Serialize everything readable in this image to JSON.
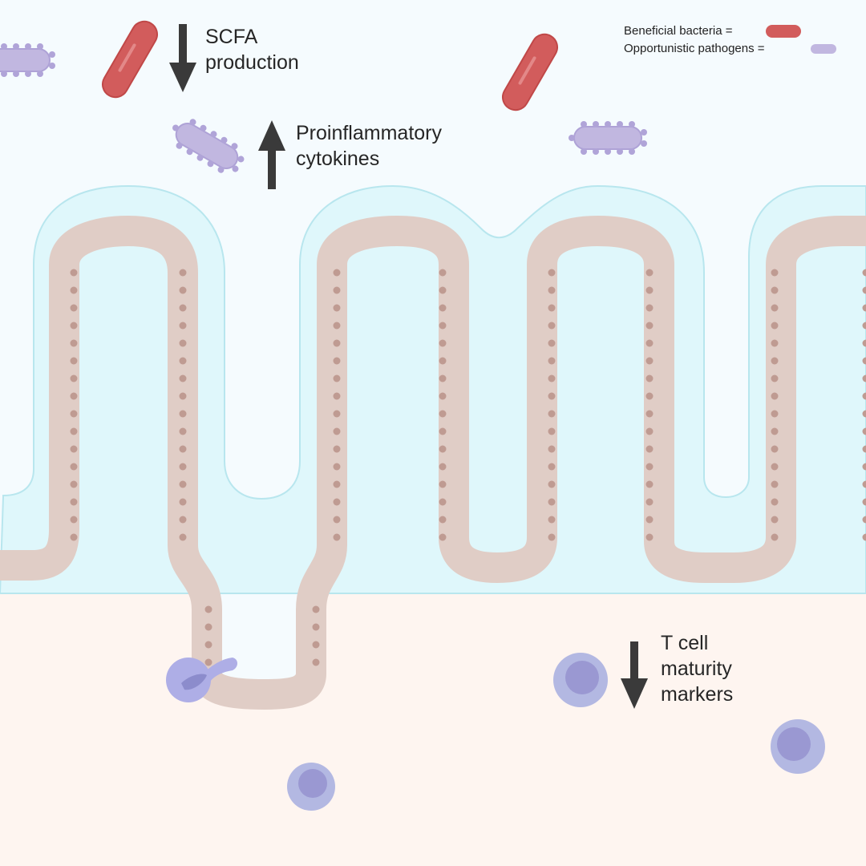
{
  "legend": {
    "beneficial_label": "Beneficial bacteria =",
    "pathogen_label": "Opportunistic pathogens ="
  },
  "annotations": {
    "scfa": {
      "text": "SCFA\nproduction",
      "direction": "down"
    },
    "cytokines": {
      "text": "Proinflammatory\ncytokines",
      "direction": "up"
    },
    "tcell": {
      "text": "T cell\nmaturity\nmarkers",
      "direction": "down"
    }
  },
  "colors": {
    "lumen_bg": "#f5fbfe",
    "mucus": "#dff7fb",
    "mucus_edge": "#b8e6ee",
    "epithelium": "#e0cdc6",
    "nucleus": "#bf9b92",
    "lamina_propria": "#fef5f0",
    "beneficial": "#d25c5c",
    "pathogen": "#c1b7e0",
    "tcell_outer": "#b3b8e2",
    "tcell_inner": "#9a98d2",
    "dendritic": "#aeaee6",
    "arrow": "#3a3a3a"
  },
  "icons": {
    "beneficial_bacterium": "rod-bacterium-red",
    "pathogen": "spiky-rod-bacterium-purple",
    "t_cell": "lymphocyte",
    "dendritic_cell": "dendritic-cell",
    "arrow_down": "arrow-down",
    "arrow_up": "arrow-up"
  }
}
